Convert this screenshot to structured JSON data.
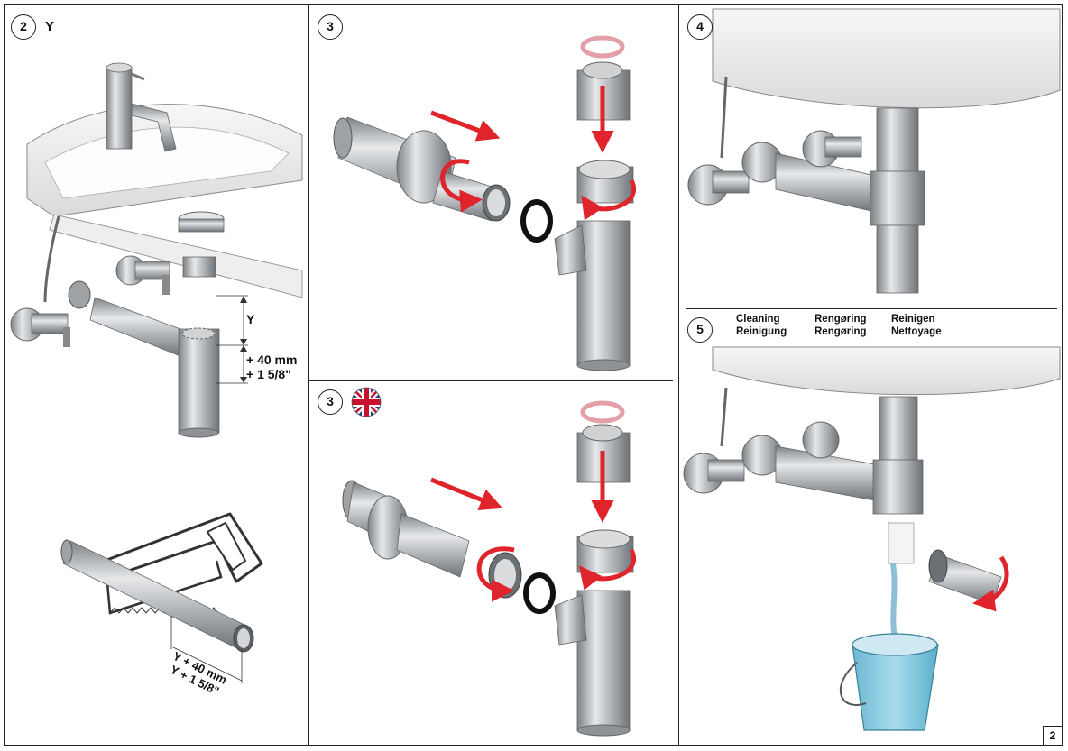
{
  "steps": {
    "s2": {
      "number": "2",
      "label": "Y"
    },
    "s3a": {
      "number": "3"
    },
    "s3b": {
      "number": "3"
    },
    "s4": {
      "number": "4"
    },
    "s5": {
      "number": "5"
    }
  },
  "dimensions": {
    "y": "Y",
    "mm": "+ 40 mm",
    "inch": "+ 1 5/8\"",
    "cut_mm": "Y + 40 mm",
    "cut_inch": "Y + 1 5/8\""
  },
  "cleaning": {
    "col1": [
      "Cleaning",
      "Reinigung"
    ],
    "col2": [
      "Rengøring",
      "Rengøring"
    ],
    "col3": [
      "Reinigen",
      "Nettoyage"
    ]
  },
  "page_number": "2",
  "colors": {
    "arrow": "#e0242b",
    "seal": "#e3a0a8",
    "water": "#7fc6dd",
    "metal": "#b9bcbf"
  }
}
